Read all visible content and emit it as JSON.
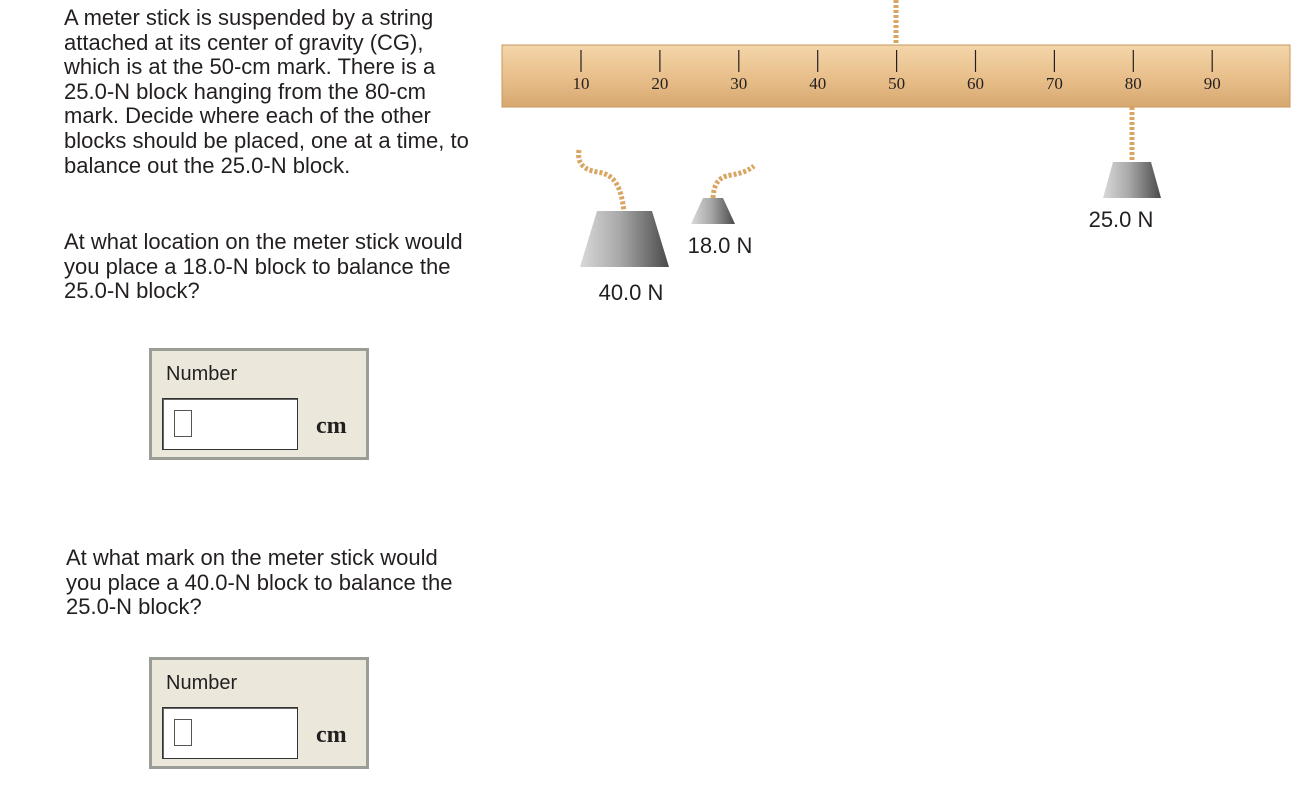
{
  "question": {
    "intro": "A meter stick is suspended by a string attached at its center of gravity (CG), which is at the 50-cm mark. There is a 25.0-N block hanging from the 80-cm mark. Decide where each of the other blocks should be placed, one at a time, to balance out the 25.0-N block.",
    "part1": "At what location on the meter stick would you place a 18.0-N block to balance the 25.0-N block?",
    "part2": "At what mark on the meter stick would you place a 40.0-N block to balance the 25.0-N block?"
  },
  "answers": [
    {
      "label": "Number",
      "value": "",
      "unit": "cm"
    },
    {
      "label": "Number",
      "value": "",
      "unit": "cm"
    }
  ],
  "diagram": {
    "ticks": [
      "10",
      "20",
      "30",
      "40",
      "50",
      "60",
      "70",
      "80",
      "90"
    ],
    "weights": {
      "hanging": "25.0 N",
      "block_small": "18.0 N",
      "block_large": "40.0 N"
    },
    "colors": {
      "stick": "#e9c08c",
      "rope": "#e6b87a",
      "block": "#9a9a9a"
    }
  }
}
